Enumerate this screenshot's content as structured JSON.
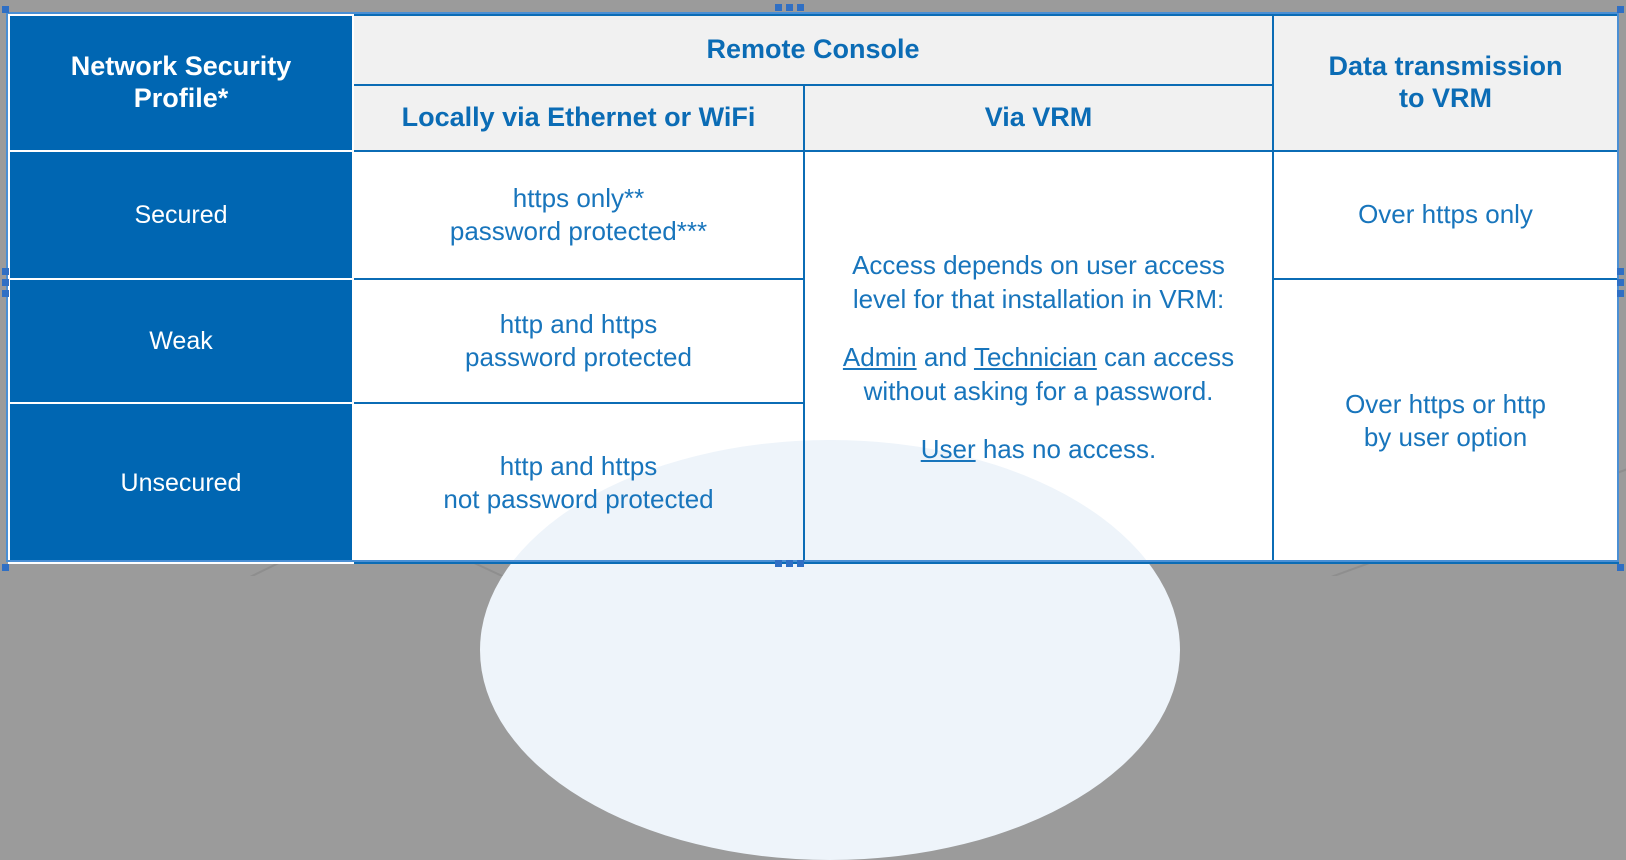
{
  "table": {
    "headers": {
      "row_label": "Network Security\nProfile*",
      "row_label_line1": "Network Security",
      "row_label_line2": "Profile*",
      "remote_console": "Remote Console",
      "locally": "Locally via Ethernet or WiFi",
      "via_vrm": "Via VRM",
      "data_transmission_line1": "Data transmission",
      "data_transmission_line2": "to VRM"
    },
    "rows": [
      {
        "profile": "Secured",
        "locally_line1": "https only**",
        "locally_line2": "password protected***",
        "transmission": "Over https only"
      },
      {
        "profile": "Weak",
        "locally_line1": "http and https",
        "locally_line2": "password protected",
        "transmission_line1": "Over https or http",
        "transmission_line2": "by user option"
      },
      {
        "profile": "Unsecured",
        "locally_line1": "http and https",
        "locally_line2": "not password protected"
      }
    ],
    "vrm_cell": {
      "para1_line1": "Access depends on user access",
      "para1_line2": "level for that installation in VRM:",
      "para2_a": "Admin",
      "para2_b": " and ",
      "para2_c": "Technician",
      "para2_d": " can access",
      "para2_line2": "without asking for a password.",
      "para3_a": "User",
      "para3_b": " has no access."
    }
  },
  "colors": {
    "brand_blue": "#0066b2",
    "text_blue": "#1875bc",
    "border_blue": "#0b6cb5",
    "header_gray": "#f1f1f1",
    "canvas_gray": "#9b9b9b",
    "selection_blue": "#4a8fd4"
  }
}
